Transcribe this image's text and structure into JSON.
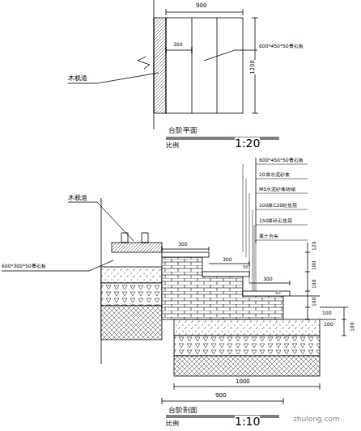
{
  "diagram": {
    "labels": [
      "900",
      "300",
      "600*450*50青石板",
      "木栈道",
      "1200",
      "台阶平面",
      "比例",
      "1:20",
      "600*450*50青石板",
      "20厚水泥砂浆",
      "M5水泥砂浆砖砌",
      "100厚C20砼垫层",
      "150厚碎石垫层",
      "素土夯实",
      "木栈道",
      "600*300*50青石板",
      "300",
      "300",
      "50",
      "300",
      "50",
      "120",
      "100",
      "100",
      "100",
      "100",
      "100",
      "100",
      "1000",
      "900",
      "台阶剖面",
      "比例",
      "1:10",
      "zhulong.com"
    ]
  }
}
